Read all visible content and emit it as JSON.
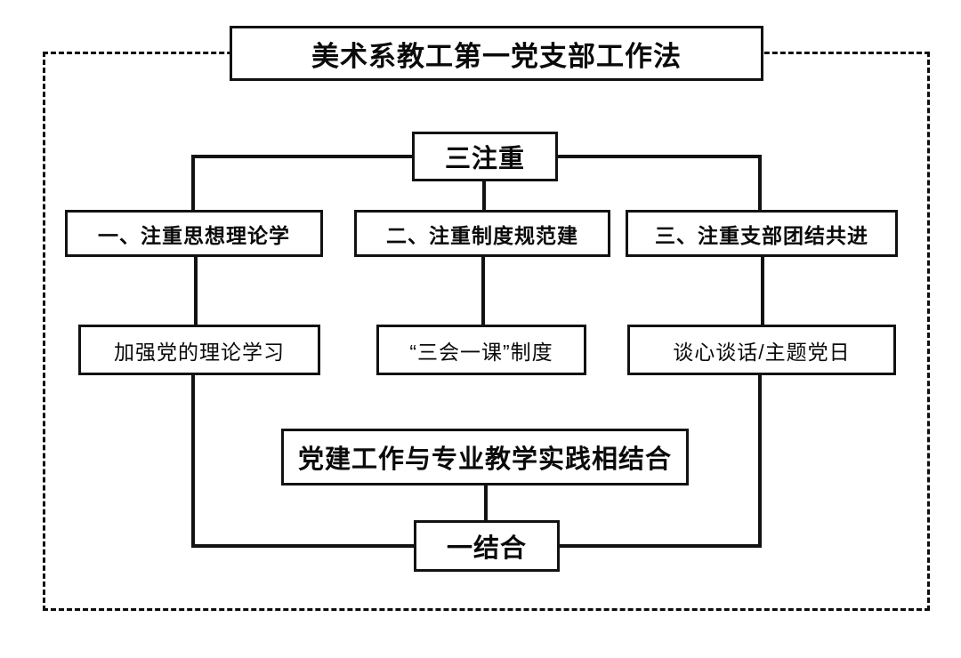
{
  "diagram": {
    "title": "美术系教工第一党支部工作法",
    "frame": {
      "style": "dashed"
    },
    "nodes": {
      "title_box": "美术系教工第一党支部工作法",
      "san_zhu_zhong": "三注重",
      "pillar_1": "一、注重思想理论学",
      "pillar_2": "二、注重制度规范建",
      "pillar_3": "三、注重支部团结共进",
      "detail_1": "加强党的理论学习",
      "detail_2": "“三会一课”制度",
      "detail_3": "谈心谈话/主题党日",
      "combine_practice": "党建工作与专业教学实践相结合",
      "yi_jie_he": "一结合"
    },
    "colors": {
      "stroke": "#121212",
      "background": "#ffffff",
      "text": "#0a0a0a"
    },
    "edges": [
      {
        "from": "san_zhu_zhong",
        "to": "pillar_1"
      },
      {
        "from": "san_zhu_zhong",
        "to": "pillar_2"
      },
      {
        "from": "san_zhu_zhong",
        "to": "pillar_3"
      },
      {
        "from": "pillar_1",
        "to": "detail_1"
      },
      {
        "from": "pillar_2",
        "to": "detail_2"
      },
      {
        "from": "pillar_3",
        "to": "detail_3"
      },
      {
        "from": "combine_practice",
        "to": "yi_jie_he"
      },
      {
        "from": "yi_jie_he",
        "to": "pillar_1_branch"
      },
      {
        "from": "yi_jie_he",
        "to": "pillar_3_branch"
      }
    ]
  }
}
